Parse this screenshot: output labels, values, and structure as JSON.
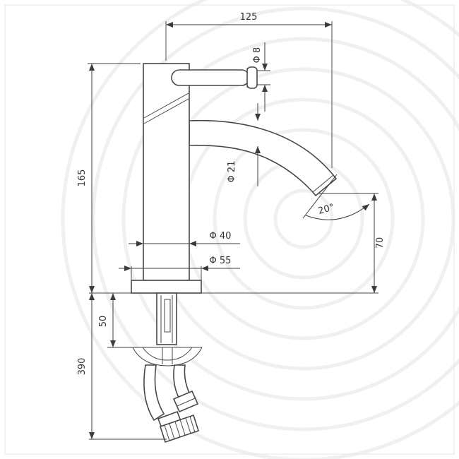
{
  "drawing": {
    "dims": {
      "spout_reach": "125",
      "handle_diameter": "Φ 8",
      "body_height": "165",
      "spout_diameter": "Φ 21",
      "outlet_angle": "20°",
      "body_diameter": "Φ 40",
      "base_diameter": "Φ 55",
      "outlet_height": "70",
      "shank_length": "50",
      "hose_length": "390"
    },
    "colors": {
      "ink": "#474747",
      "dimension": "#3c3c3c",
      "watermark": "#f0f0f0",
      "background": "#ffffff",
      "frame": "#e6e6e6"
    }
  }
}
